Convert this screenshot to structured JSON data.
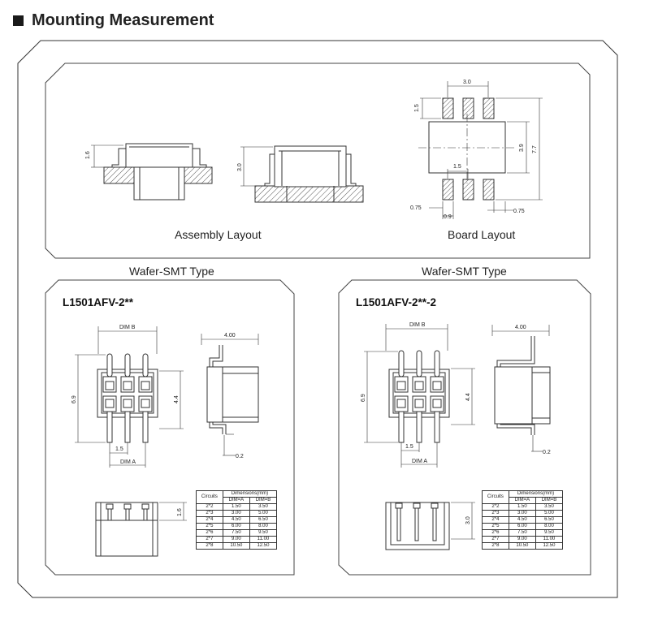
{
  "heading": {
    "text": "Mounting Measurement"
  },
  "top_panel": {
    "assembly_label": "Assembly Layout",
    "board_label": "Board Layout",
    "dims": {
      "d16": "1.6",
      "d30": "3.0",
      "d30b": "3.0",
      "d15": "1.5",
      "d15b": "1.5",
      "d39": "3.9",
      "d77": "7.7",
      "d075": "0.75",
      "d09": "0.9",
      "d075b": "0.75"
    }
  },
  "left": {
    "type_label": "Wafer-SMT Type",
    "part": "L1501AFV-2**",
    "dims": {
      "dimb": "DIM B",
      "dima": "DIM A",
      "d69": "6.9",
      "d44": "4.4",
      "d15": "1.5",
      "d400": "4.00",
      "d02": "0.2",
      "d16": "1.6"
    }
  },
  "right": {
    "type_label": "Wafer-SMT Type",
    "part": "L1501AFV-2**-2",
    "dims": {
      "dimb": "DIM B",
      "dima": "DIM A",
      "d69": "6.9",
      "d44": "4.4",
      "d15": "1.5",
      "d400": "4.00",
      "d02": "0.2",
      "d30": "3.0"
    }
  },
  "table": {
    "head_circuits": "Circuits",
    "head_dims": "Dimensions(mm)",
    "head_a": "DIM=A",
    "head_b": "DIM=B",
    "rows": [
      [
        "2*2",
        "1.50",
        "3.50"
      ],
      [
        "2*3",
        "3.00",
        "5.00"
      ],
      [
        "2*4",
        "4.50",
        "6.50"
      ],
      [
        "2*5",
        "6.00",
        "8.00"
      ],
      [
        "2*6",
        "7.50",
        "9.50"
      ],
      [
        "2*7",
        "9.00",
        "11.00"
      ],
      [
        "2*8",
        "10.50",
        "12.50"
      ]
    ]
  }
}
